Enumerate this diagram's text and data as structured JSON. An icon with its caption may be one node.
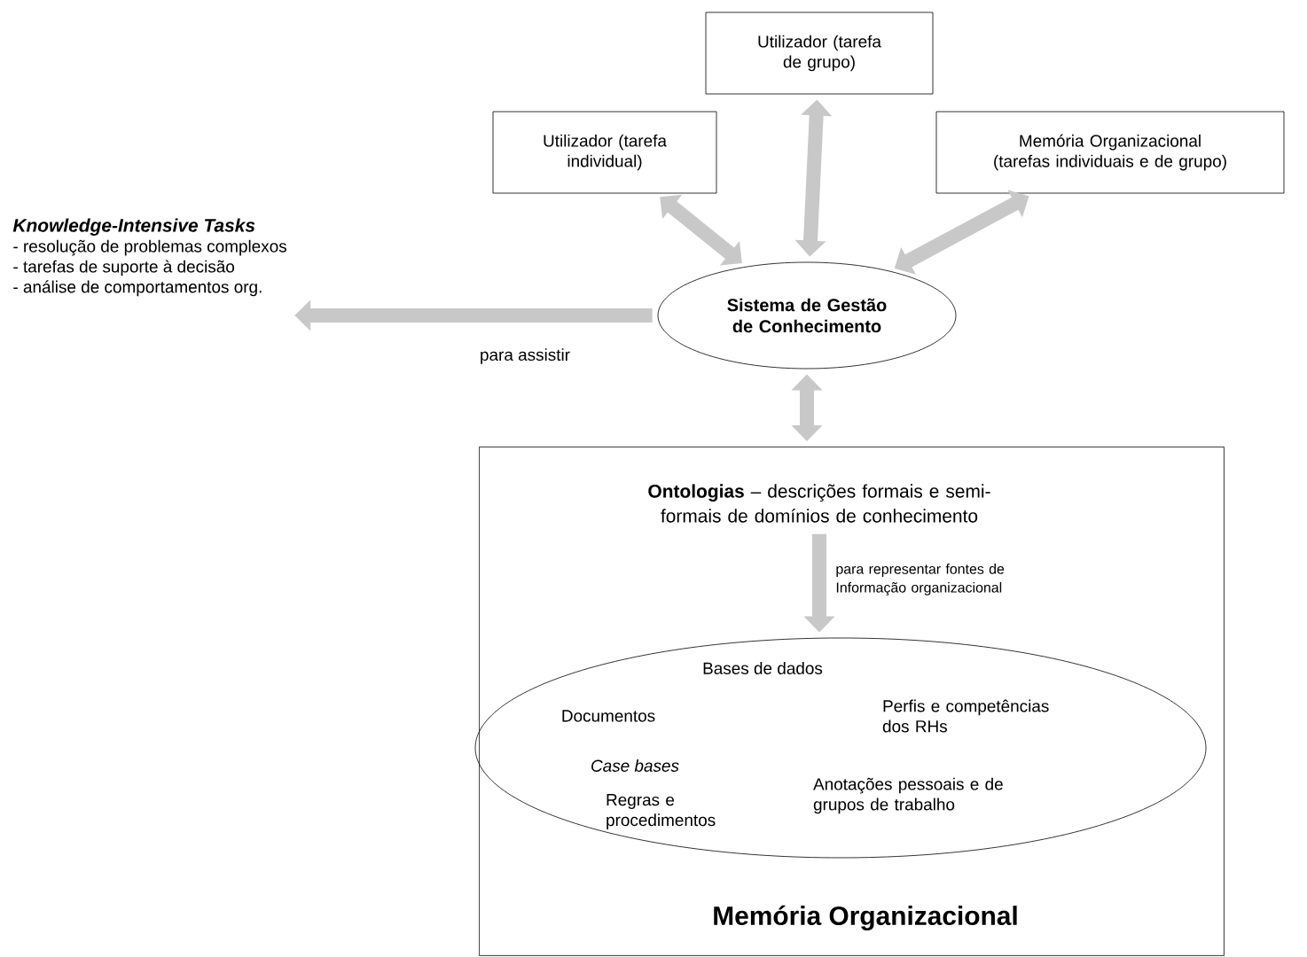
{
  "diagram": {
    "nodes": [
      {
        "text": [
          "Utilizador (tarefa de grupo)"
        ]
      },
      {
        "text": [
          "Utilizador (tarefa individual)"
        ]
      },
      {
        "text": [
          "Memória Organizacional (tarefas individuais e de grupo)"
        ]
      },
      {
        "text": [
          "Sistema de Gestão de Conhecimento"
        ]
      },
      {
        "text": [
          "Knowledge-Intensive Tasks",
          "- resolução de problemas complexos",
          "- tarefas de suporte à decisão",
          "- análise de comportamentos org."
        ]
      },
      {
        "text": [
          "Memória Organizacional"
        ]
      },
      {
        "text": [
          "**Ontologias** – descrições formais e semi-formais de domínios de conhecimento"
        ],
        "in": 5
      },
      {
        "text": [
          "Bases de dados",
          "Documentos",
          "Perfis e competências dos RHs",
          "Case bases",
          "Anotações pessoais e de grupos de trabalho",
          "Regras e procedimentos"
        ],
        "in": 5
      }
    ],
    "edges": [
      {
        "from": 0,
        "to": 3,
        "arrow": "both"
      },
      {
        "from": 1,
        "to": 3,
        "arrow": "both"
      },
      {
        "from": 2,
        "to": 3,
        "arrow": "both"
      },
      {
        "from": 3,
        "to": 4,
        "arrow": "to",
        "label": "para assistir"
      },
      {
        "from": 3,
        "to": 5,
        "arrow": "both"
      },
      {
        "from": 6,
        "to": 7,
        "arrow": "to",
        "label": "para representar fontes de Informação organizacional"
      }
    ]
  }
}
